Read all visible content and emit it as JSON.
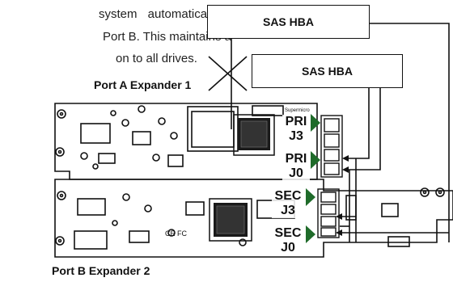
{
  "paragraph": {
    "line1": "system automatically",
    "line2": "Port B. This maintains a",
    "line3": "on to all drives."
  },
  "labels": {
    "port_a": "Port A Expander 1",
    "port_b": "Port B Expander 2"
  },
  "hba": {
    "top": "SAS HBA",
    "second": "SAS HBA"
  },
  "connectors": {
    "pri_j3": [
      "PRI",
      "J3"
    ],
    "pri_j0": [
      "PRI",
      "J0"
    ],
    "sec_j3": [
      "SEC",
      "J3"
    ],
    "sec_j0": [
      "SEC",
      "J0"
    ]
  },
  "board_markings": {
    "ce_fc": "CE FC",
    "brand_print": "Supermicro"
  },
  "colors": {
    "arrow_green": "#1f6b2a",
    "line": "#111111"
  }
}
